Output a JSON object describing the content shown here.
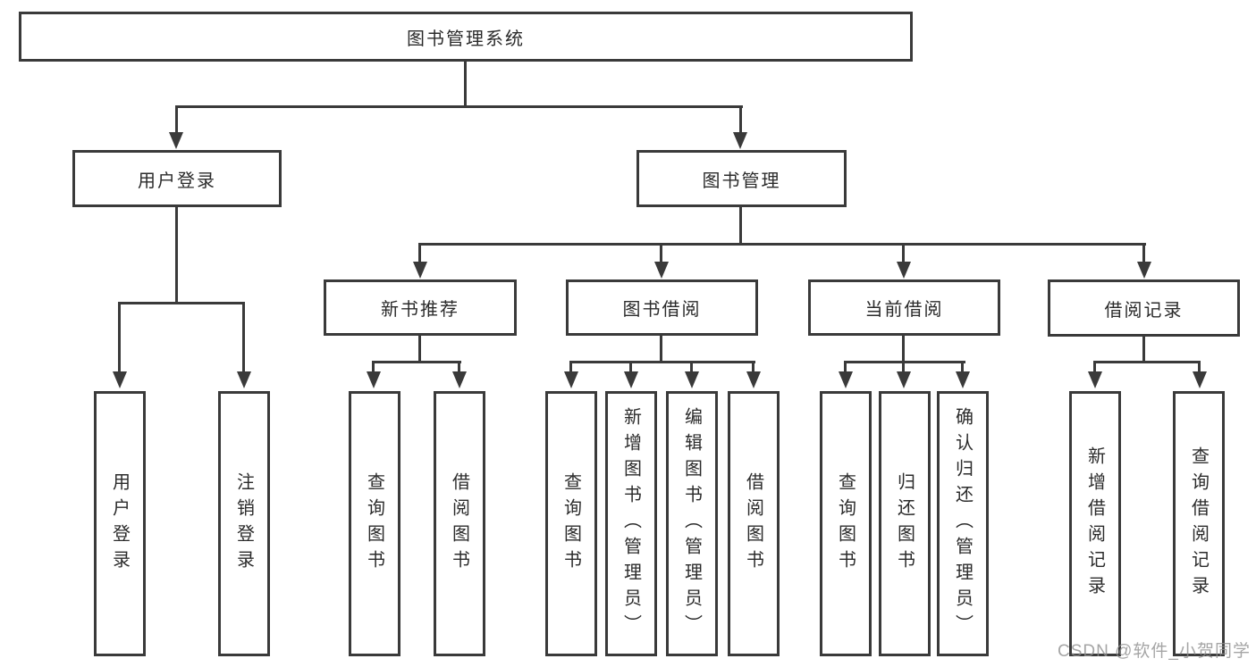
{
  "diagram": {
    "watermark": "CSDN @软件_小贺同学",
    "line_color": "#3a3a3a",
    "text_color": "#2b2b2b",
    "background": "#ffffff"
  },
  "tree": {
    "label": "图书管理系统",
    "children": [
      {
        "label": "用户登录",
        "children": [
          {
            "label": "用户登录"
          },
          {
            "label": "注销登录"
          }
        ]
      },
      {
        "label": "图书管理",
        "children": [
          {
            "label": "新书推荐",
            "children": [
              {
                "label": "查询图书"
              },
              {
                "label": "借阅图书"
              }
            ]
          },
          {
            "label": "图书借阅",
            "children": [
              {
                "label": "查询图书"
              },
              {
                "label": "新增图书（管理员）"
              },
              {
                "label": "编辑图书（管理员）"
              },
              {
                "label": "借阅图书"
              }
            ]
          },
          {
            "label": "当前借阅",
            "children": [
              {
                "label": "查询图书"
              },
              {
                "label": "归还图书"
              },
              {
                "label": "确认归还（管理员）"
              }
            ]
          },
          {
            "label": "借阅记录",
            "children": [
              {
                "label": "新增借阅记录"
              },
              {
                "label": "查询借阅记录"
              }
            ]
          }
        ]
      }
    ]
  }
}
